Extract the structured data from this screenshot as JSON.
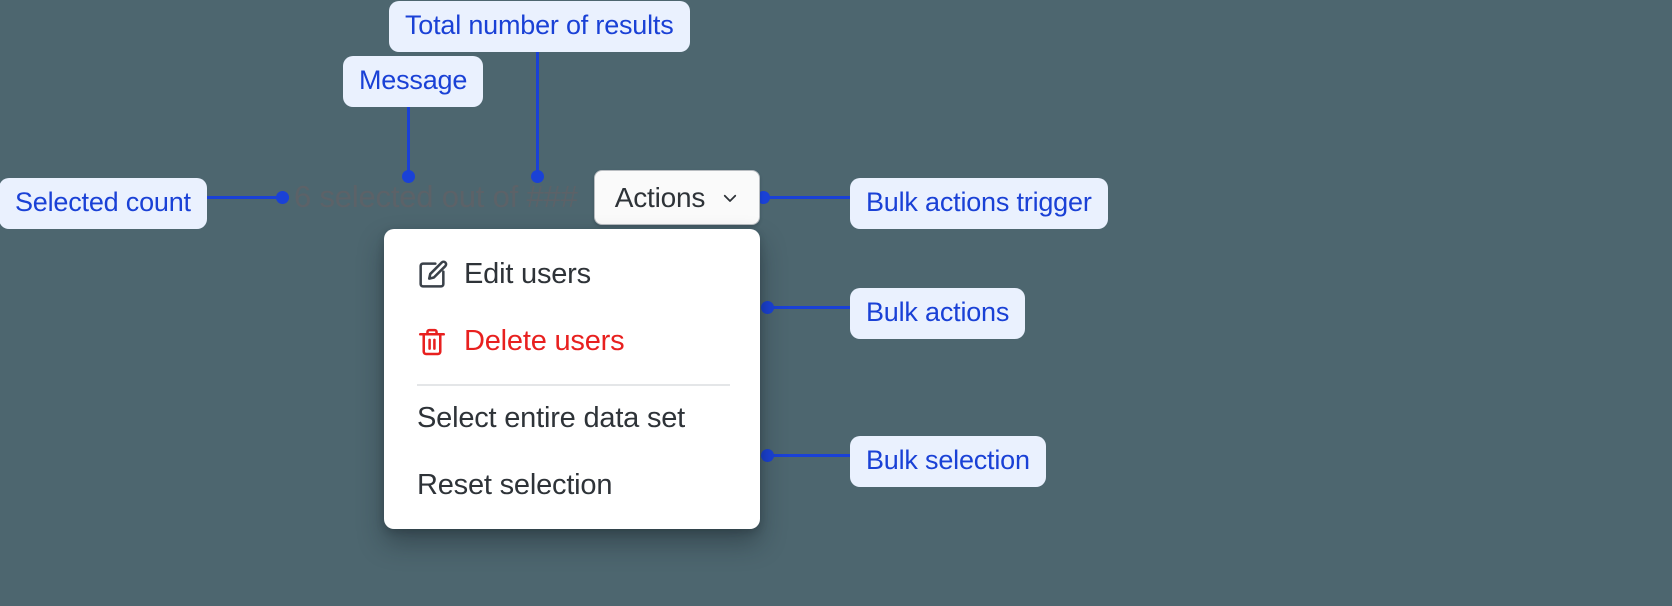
{
  "background_color": "#4d666f",
  "accent_color": "#1a41d6",
  "callout_bg": "#eaf1fe",
  "danger_color": "#e8201f",
  "annotations": [
    {
      "name": "total-number-of-results",
      "label": "Total number of results"
    },
    {
      "name": "message",
      "label": "Message"
    },
    {
      "name": "selected-count",
      "label": "Selected count"
    },
    {
      "name": "bulk-actions-trigger",
      "label": "Bulk actions trigger"
    },
    {
      "name": "bulk-actions",
      "label": "Bulk actions"
    },
    {
      "name": "bulk-selection",
      "label": "Bulk selection"
    }
  ],
  "bulk_bar": {
    "selected_count_text": "6 selected out of ###",
    "selected_number": "6",
    "message_text": "selected out of",
    "total_results_placeholder": "###",
    "actions_button_label": "Actions",
    "chevron_icon": "chevron-down-icon"
  },
  "menu": {
    "items": [
      {
        "label": "Edit users",
        "icon": "edit-pencil-icon",
        "danger": false
      },
      {
        "label": "Delete users",
        "icon": "trash-icon",
        "danger": true
      },
      {
        "label": "Select entire data set",
        "icon": null,
        "danger": false
      },
      {
        "label": "Reset selection",
        "icon": null,
        "danger": false
      }
    ]
  }
}
